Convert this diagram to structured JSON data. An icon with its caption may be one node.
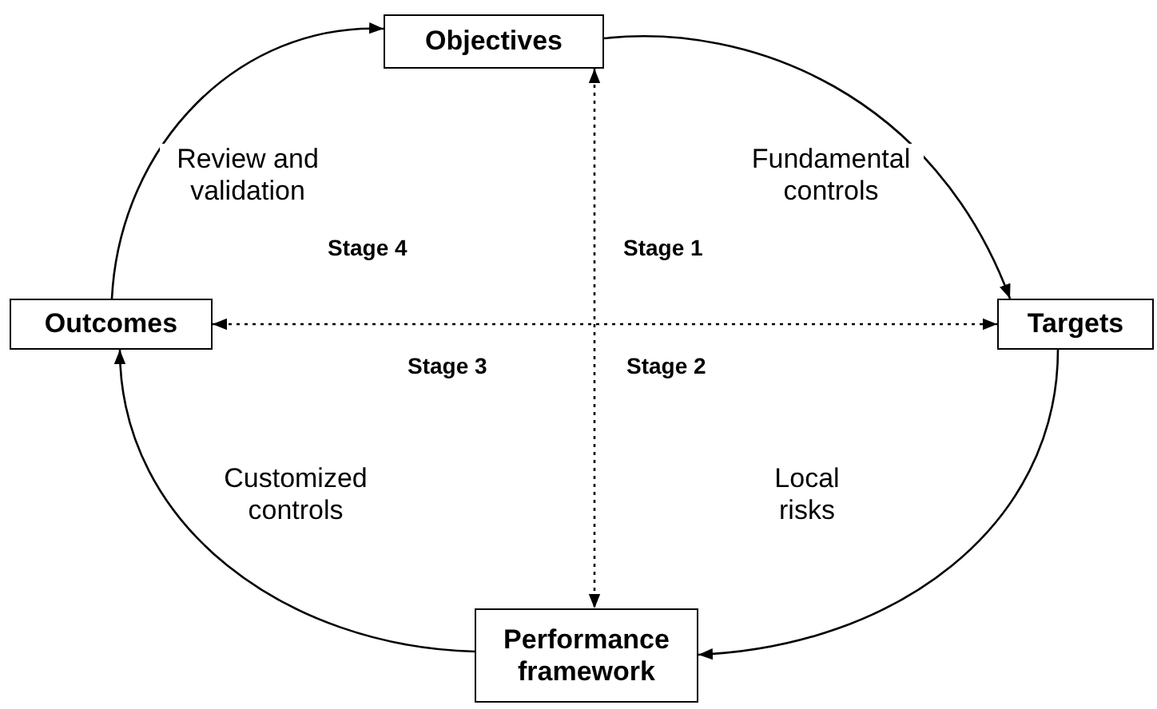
{
  "diagram": {
    "nodes": [
      {
        "text": [
          "Objectives"
        ]
      },
      {
        "text": [
          "Outcomes"
        ]
      },
      {
        "text": [
          "Targets"
        ]
      },
      {
        "text": [
          "Performance framework"
        ]
      }
    ],
    "edges": [
      {
        "from": 1,
        "to": 0,
        "arrow": "to",
        "label": "Review and validation"
      },
      {
        "from": 0,
        "to": 2,
        "arrow": "to",
        "label": "Fundamental controls"
      },
      {
        "from": 2,
        "to": 3,
        "arrow": "to",
        "label": "Local risks"
      },
      {
        "from": 3,
        "to": 1,
        "arrow": "to",
        "label": "Customized controls"
      },
      {
        "from": 0,
        "to": 3,
        "arrow": "both",
        "style": "dashed"
      },
      {
        "from": 1,
        "to": 2,
        "arrow": "both",
        "style": "dashed"
      }
    ],
    "labels": [
      "Stage 4",
      "Stage 1",
      "Stage 3",
      "Stage 2"
    ]
  }
}
